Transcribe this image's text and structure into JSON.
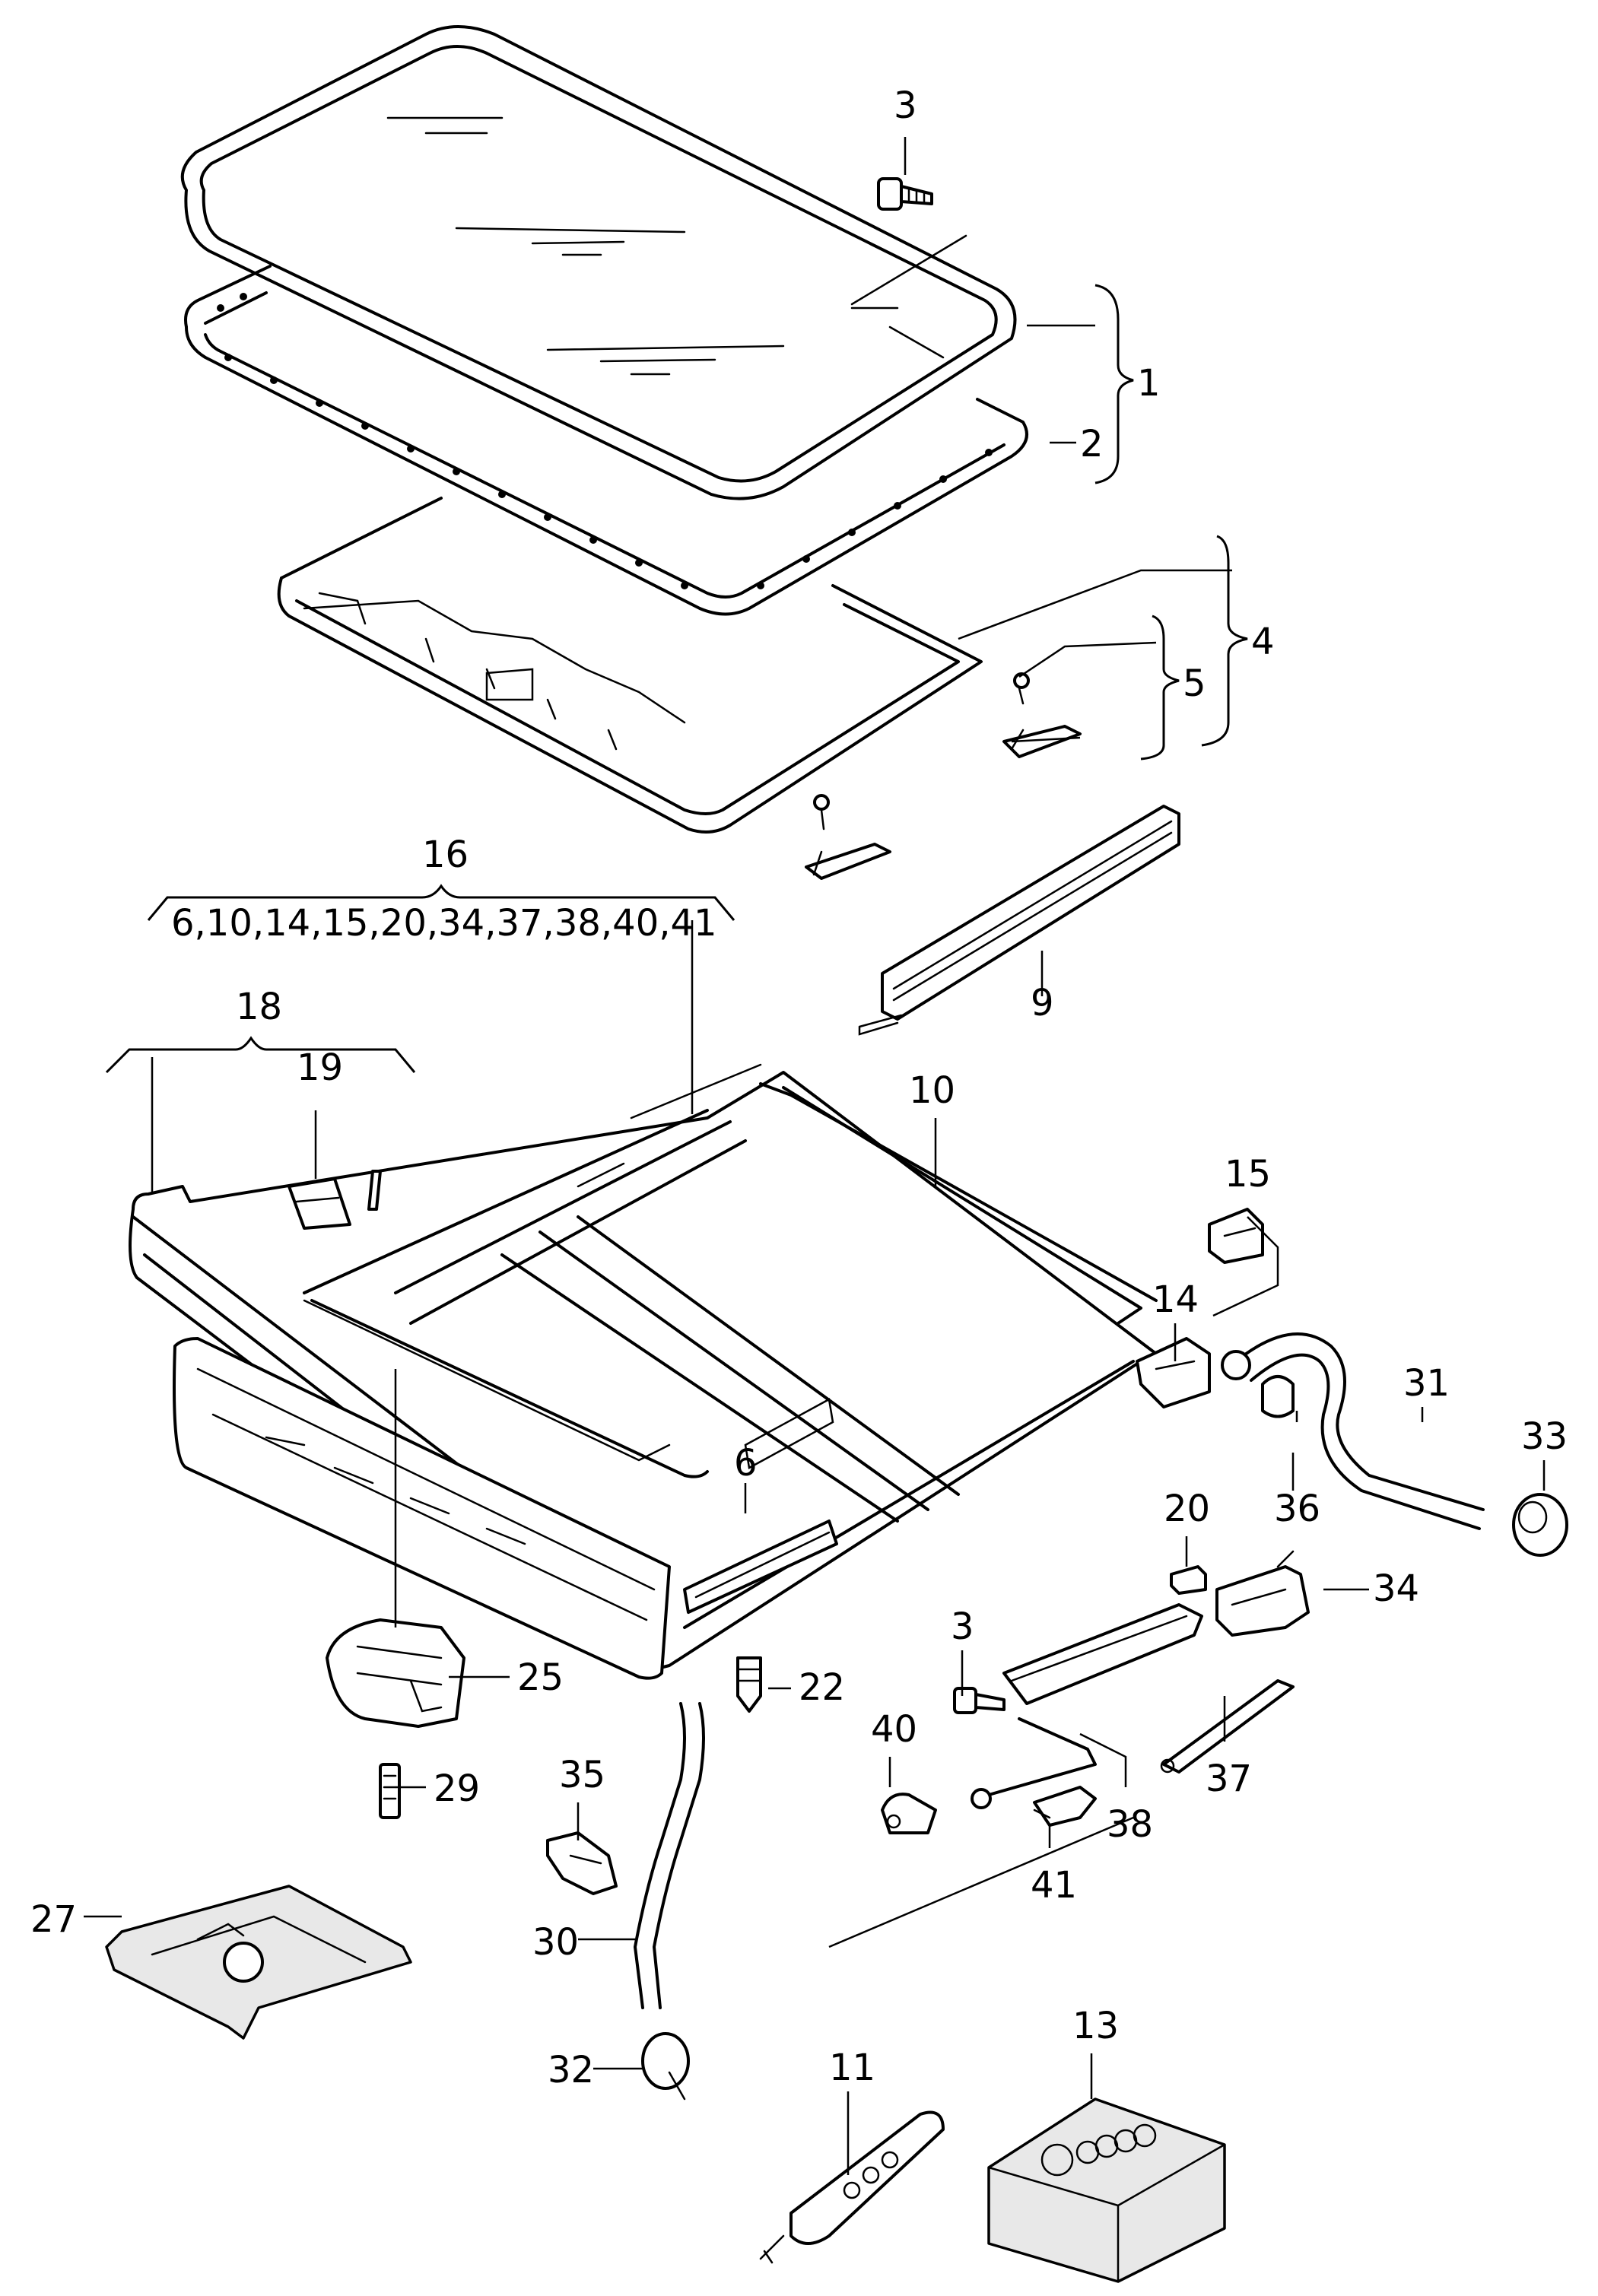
{
  "diagram": {
    "callouts": {
      "c1": "1",
      "c2": "2",
      "c3a": "3",
      "c3b": "3",
      "c4": "4",
      "c5": "5",
      "c6": "6",
      "c9": "9",
      "c10": "10",
      "c11": "11",
      "c13": "13",
      "c14": "14",
      "c15": "15",
      "c16": "16",
      "c18": "18",
      "c19": "19",
      "c20": "20",
      "c22": "22",
      "c25": "25",
      "c27": "27",
      "c29": "29",
      "c30": "30",
      "c31": "31",
      "c32": "32",
      "c33": "33",
      "c34": "34",
      "c35": "35",
      "c36": "36",
      "c37": "37",
      "c38": "38",
      "c40": "40",
      "c41": "41"
    },
    "group16_members": "6,10,14,15,20,34,37,38,40,41",
    "colors": {
      "line": "#000000",
      "background": "#ffffff",
      "shade": "#e8e8e8"
    }
  }
}
